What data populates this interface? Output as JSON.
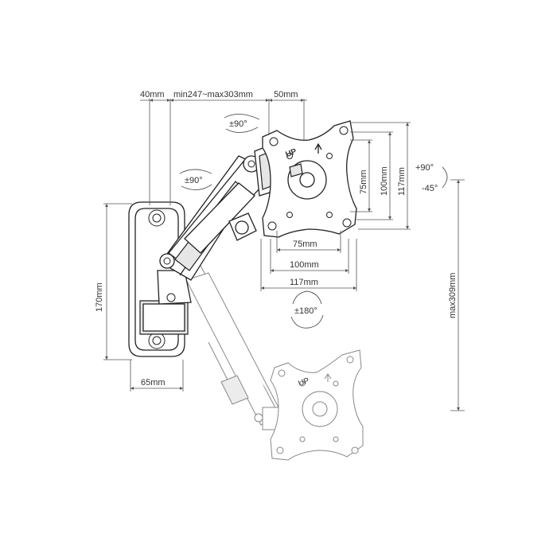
{
  "dimensions": {
    "top_left": "40mm",
    "top_middle": "min247~max303mm",
    "top_right": "50mm",
    "mount_height": "170mm",
    "mount_width": "65mm",
    "vesa_h_75": "75mm",
    "vesa_h_100": "100mm",
    "vesa_h_117": "117mm",
    "vesa_v_75": "75mm",
    "vesa_v_100": "100mm",
    "vesa_v_117": "117mm",
    "max_height": "max309mm"
  },
  "rotations": {
    "swivel_top": "±90°",
    "swivel_arm": "±90°",
    "rotate": "±180°",
    "tilt_up": "+90°",
    "tilt_down": "-45°"
  },
  "plate_marking": "UP",
  "ghost_plate_marking": "UP"
}
